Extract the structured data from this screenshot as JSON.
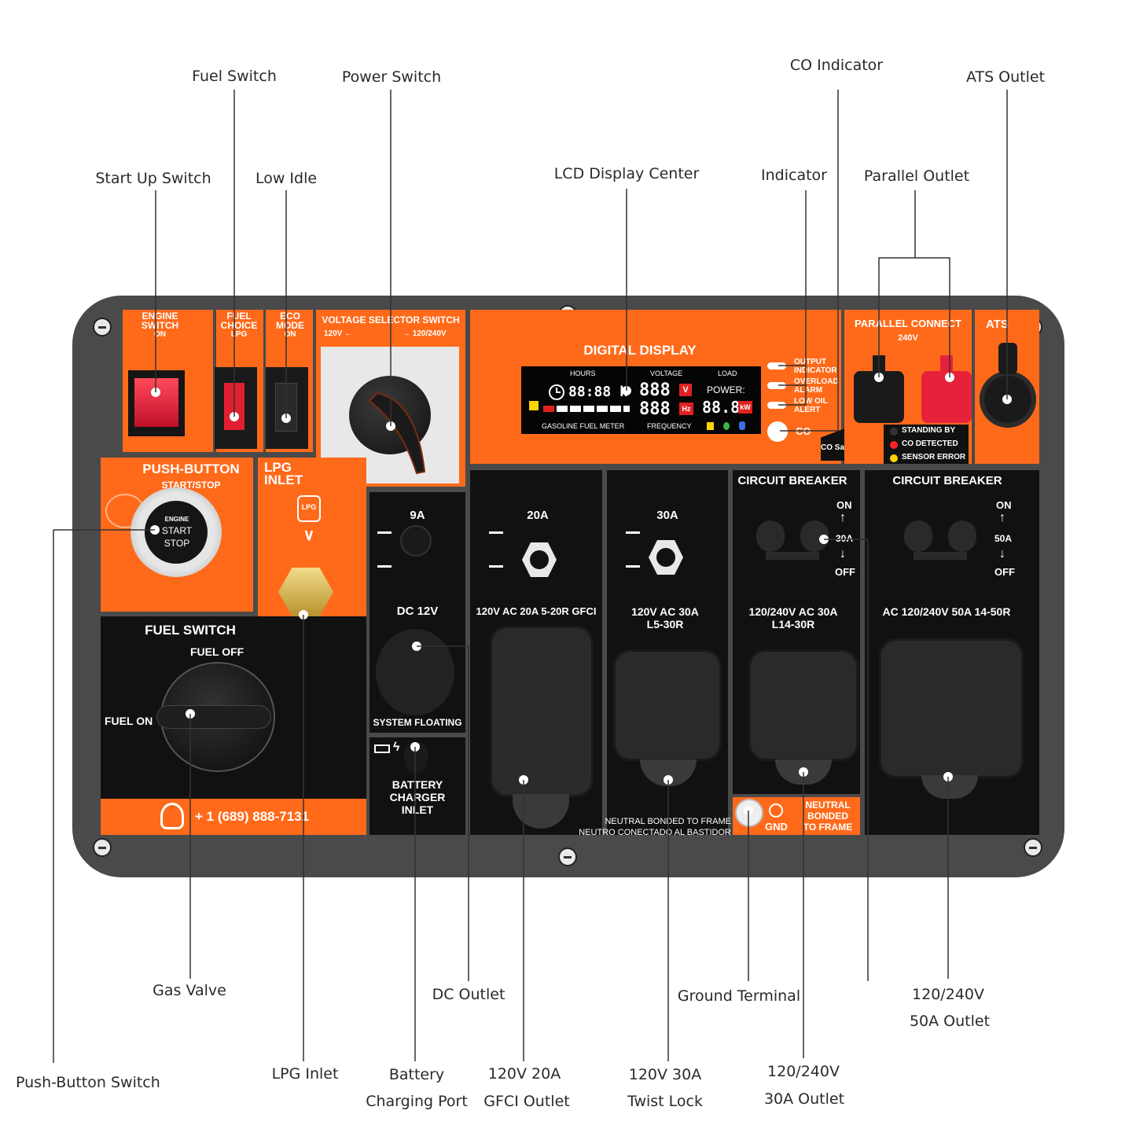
{
  "callouts": {
    "fuel_switch": "Fuel Switch",
    "power_switch": "Power Switch",
    "co_indicator": "CO Indicator",
    "ats_outlet": "ATS Outlet",
    "start_up_switch": "Start Up Switch",
    "low_idle": "Low Idle",
    "lcd_display_center": "LCD Display Center",
    "indicator": "Indicator",
    "parallel_outlet": "Parallel Outlet",
    "gas_valve": "Gas Valve",
    "dc_outlet": "DC Outlet",
    "ground_terminal": "Ground Terminal",
    "outlet_50a_line1": "120/240V",
    "outlet_50a_line2": "50A Outlet",
    "push_button_switch": "Push-Button Switch",
    "lpg_inlet": "LPG Inlet",
    "battery_line1": "Battery",
    "battery_line2": "Charging Port",
    "gfci_line1": "120V 20A",
    "gfci_line2": "GFCI Outlet",
    "twist_line1": "120V 30A",
    "twist_line2": "Twist Lock",
    "outlet_30a_line1": "120/240V",
    "outlet_30a_line2": "30A Outlet"
  },
  "panel": {
    "engine_switch": [
      "ENGINE",
      "SWITCH",
      "ON"
    ],
    "fuel_choice": [
      "FUEL",
      "CHOICE",
      "LPG"
    ],
    "eco_mode": [
      "ECO",
      "MODE",
      "ON"
    ],
    "voltage_selector": "VOLTAGE SELECTOR SWITCH",
    "voltage_120": "120V",
    "voltage_240": "120/240V",
    "digital_display": "DIGITAL DISPLAY",
    "lcd_hours": "HOURS",
    "lcd_voltage": "VOLTAGE",
    "lcd_load": "LOAD",
    "lcd_time": "88:88 h",
    "lcd_volt_digits": "888",
    "lcd_freq_digits": "888",
    "lcd_power": "POWER:",
    "lcd_power_digits": "88.8",
    "lcd_v": "V",
    "lcd_hz": "Hz",
    "lcd_kw": "kW",
    "lcd_fuel_meter": "GASOLINE FUEL METER",
    "lcd_frequency": "FREQUENCY",
    "output_indicator": "OUTPUT INDICATOR",
    "overload_alarm": "OVERLOAD ALARM",
    "low_oil_alert": "LOW OIL ALERT",
    "co": "CO",
    "co_safeguard": "CO SafeGuard",
    "parallel_connect": "PARALLEL CONNECT",
    "parallel_240": "240V",
    "ats": "ATS",
    "standing_by": "STANDING BY",
    "co_detected": "CO DETECTED",
    "sensor_error": "SENSOR ERROR",
    "push_button": "PUSH-BUTTON",
    "start_stop": "START/STOP",
    "btn_engine": "ENGINE",
    "btn_start": "START",
    "btn_stop": "STOP",
    "lpg_inlet": [
      "LPG",
      "INLET"
    ],
    "lpg_icon_text": "LPG",
    "fuel_switch": "FUEL SWITCH",
    "fuel_off": "FUEL OFF",
    "fuel_on": "FUEL ON",
    "phone": "+ 1 (689) 888-7131",
    "breaker_9a": "9A",
    "dc_12v": "DC 12V",
    "system_floating": "SYSTEM FLOATING",
    "battery_charger": [
      "BATTERY",
      "CHARGER",
      "INLET"
    ],
    "amp_20a": "20A",
    "outlet_20a": "120V AC 20A 5-20R GFCI",
    "amp_30a": "30A",
    "outlet_30a": [
      "120V AC 30A",
      "L5-30R"
    ],
    "circuit_breaker": "CIRCUIT BREAKER",
    "cb_on": "ON",
    "cb_off": "OFF",
    "cb_30a": "30A",
    "cb_50a": "50A",
    "outlet_l14": [
      "120/240V AC 30A",
      "L14-30R"
    ],
    "outlet_14_50": "AC 120/240V 50A 14-50R",
    "neutral_bonded": [
      "NEUTRAL BONDED TO FRAME",
      "NEUTRO CONECTADO AL BASTIDOR"
    ],
    "gnd": "GND",
    "neutral_bonded_short": [
      "NEUTRAL",
      "BONDED",
      "TO FRAME"
    ]
  },
  "colors": {
    "brand_orange": "#ff6a1a",
    "panel_gray": "#4a4a4a",
    "led_red": "#ff2222",
    "led_yellow": "#ffd400",
    "led_dark": "#333333"
  }
}
